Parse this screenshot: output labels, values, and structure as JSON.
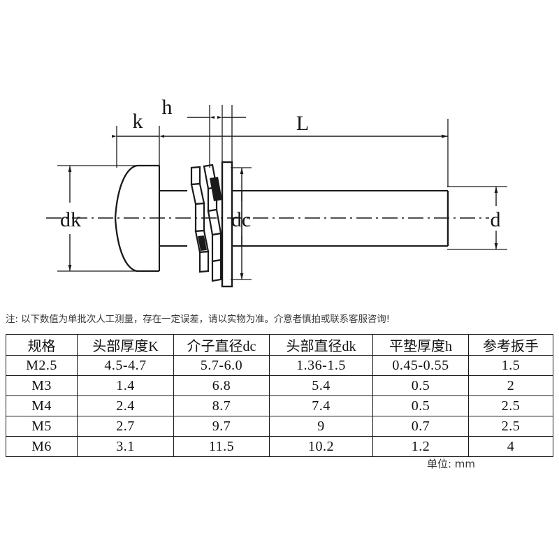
{
  "drawing": {
    "title": "pan-head-screw-with-spring-and-flat-washer-assembly",
    "dimension_labels": {
      "k": "k",
      "h": "h",
      "L": "L",
      "dk": "dk",
      "dc": "dc",
      "d": "d"
    }
  },
  "note": {
    "text": "注: 以下数值为单批次人工测量，存在一定误差，请以实物为准。介意者慎拍或联系客服咨询!"
  },
  "table": {
    "headers": [
      "规格",
      "头部厚度K",
      "介子直径dc",
      "头部直径dk",
      "平垫厚度h",
      "参考扳手"
    ],
    "rows": [
      [
        "M2.5",
        "4.5-4.7",
        "5.7-6.0",
        "1.36-1.5",
        "0.45-0.55",
        "1.5"
      ],
      [
        "M3",
        "1.4",
        "6.8",
        "5.4",
        "0.5",
        "2"
      ],
      [
        "M4",
        "2.4",
        "8.7",
        "7.4",
        "0.5",
        "2.5"
      ],
      [
        "M5",
        "2.7",
        "9.7",
        "9",
        "0.7",
        "2.5"
      ],
      [
        "M6",
        "3.1",
        "11.5",
        "10.2",
        "1.2",
        "4"
      ]
    ]
  },
  "unit_note": {
    "text": "单位: mm"
  },
  "colors": {
    "line": "#1a1a1a",
    "text": "#111111",
    "note_text": "#3a3a3a",
    "background": "#ffffff"
  }
}
